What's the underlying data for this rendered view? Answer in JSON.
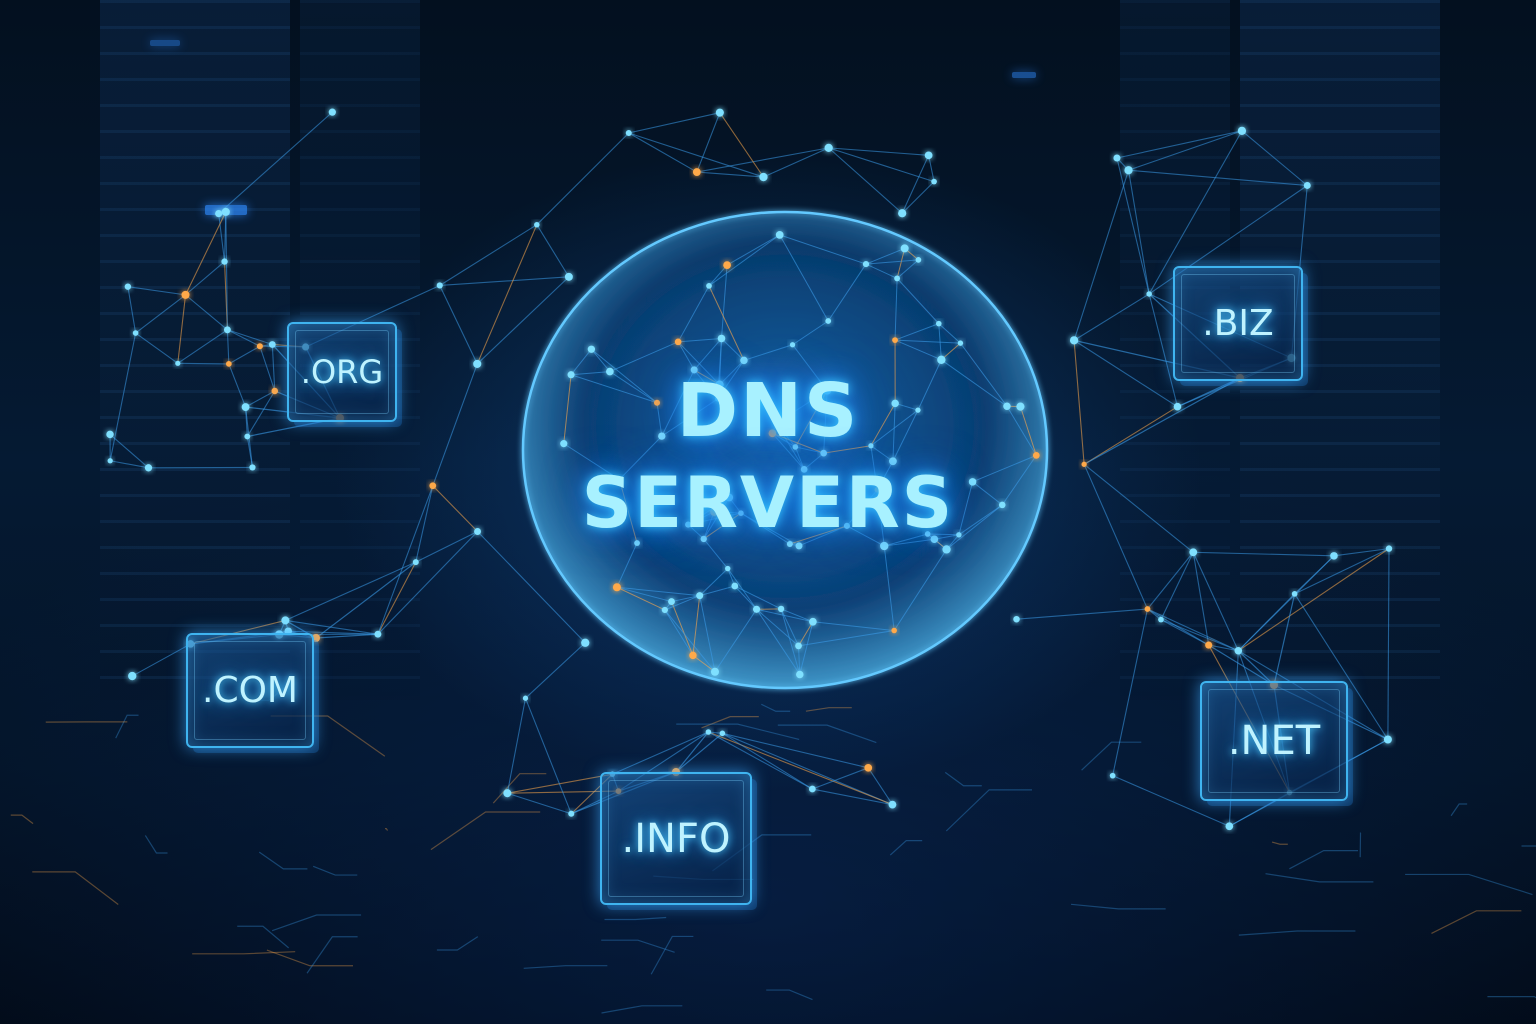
{
  "title": {
    "line1": "DNS",
    "line2": "SERVERS"
  },
  "domains": [
    {
      "id": "org",
      "label": ".ORG"
    },
    {
      "id": "biz",
      "label": ".BIZ"
    },
    {
      "id": "com",
      "label": ".COM"
    },
    {
      "id": "info",
      "label": ".INFO"
    },
    {
      "id": "net",
      "label": ".NET"
    }
  ],
  "colors": {
    "background": "#03101f",
    "node_blue": "#7fe0ff",
    "link_blue": "#3a9be8",
    "node_orange": "#ffa94a",
    "text_glow": "#a8f1ff"
  },
  "icons": [
    "globe-mesh-icon",
    "network-node-icon",
    "server-rack-icon"
  ]
}
